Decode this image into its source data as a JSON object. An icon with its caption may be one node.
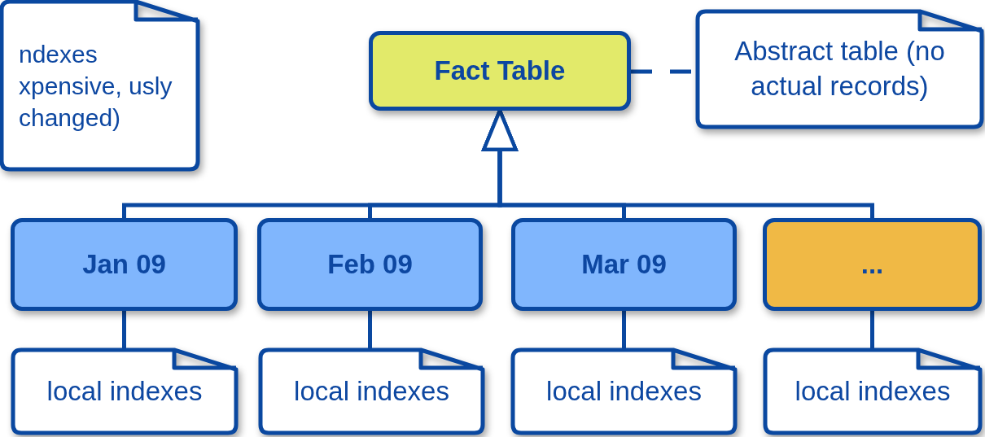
{
  "diagram": {
    "nodes": [
      {
        "text": [
          "ndexes xpensive, usly changed)"
        ]
      },
      {
        "text": [
          "Fact Table"
        ]
      },
      {
        "text": [
          "Abstract table (no actual records)"
        ]
      },
      {
        "text": [
          "Jan 09"
        ]
      },
      {
        "text": [
          "Feb 09"
        ]
      },
      {
        "text": [
          "Mar 09"
        ]
      },
      {
        "text": [
          "..."
        ]
      },
      {
        "text": [
          "local indexes"
        ]
      },
      {
        "text": [
          "local indexes"
        ]
      },
      {
        "text": [
          "local indexes"
        ]
      },
      {
        "text": [
          "local indexes"
        ]
      }
    ],
    "edges": [
      {
        "from": 1,
        "to": 2,
        "arrow": "none",
        "style": "dashed"
      },
      {
        "from": 3,
        "to": 1,
        "arrow": "to"
      },
      {
        "from": 4,
        "to": 1,
        "arrow": "to"
      },
      {
        "from": 5,
        "to": 1,
        "arrow": "to"
      },
      {
        "from": 6,
        "to": 1,
        "arrow": "to"
      },
      {
        "from": 3,
        "to": 7,
        "arrow": "none"
      },
      {
        "from": 4,
        "to": 8,
        "arrow": "none"
      },
      {
        "from": 5,
        "to": 9,
        "arrow": "none"
      },
      {
        "from": 6,
        "to": 10,
        "arrow": "none"
      }
    ]
  }
}
